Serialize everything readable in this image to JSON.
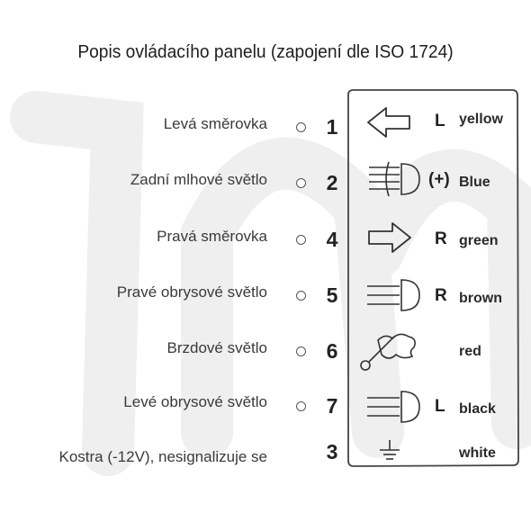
{
  "title": "Popis ovládacího panelu (zapojení dle ISO 1724)",
  "rows": [
    {
      "label": "Levá směrovka",
      "pin": "1",
      "letter": "L",
      "color": "yellow",
      "icon": "arrow-left-icon"
    },
    {
      "label": "Zadní mlhové světlo",
      "pin": "2",
      "letter": "(+)",
      "color": "Blue",
      "icon": "fog-light-icon"
    },
    {
      "label": "Pravá směrovka",
      "pin": "4",
      "letter": "R",
      "color": "green",
      "icon": "arrow-right-icon"
    },
    {
      "label": "Pravé obrysové světlo",
      "pin": "5",
      "letter": "R",
      "color": "brown",
      "icon": "position-light-icon"
    },
    {
      "label": "Brzdové světlo",
      "pin": "6",
      "letter": "",
      "color": "red",
      "icon": "brake-light-icon"
    },
    {
      "label": "Levé obrysové světlo",
      "pin": "7",
      "letter": "L",
      "color": "black",
      "icon": "position-light-icon"
    },
    {
      "label": "Kostra (-12V), nesignalizuje se",
      "pin": "3",
      "letter": "",
      "color": "white",
      "icon": "ground-icon"
    }
  ]
}
